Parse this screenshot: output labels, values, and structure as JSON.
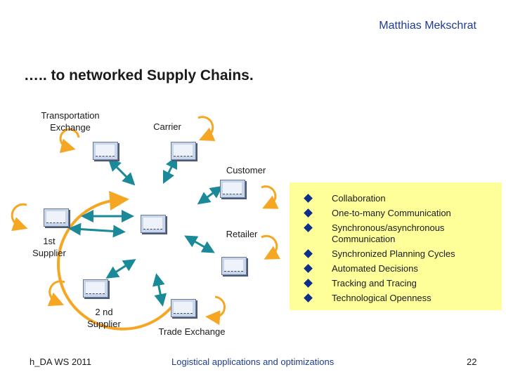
{
  "header": {
    "author": "Matthias Mekschrat"
  },
  "slide": {
    "title": "….. to networked Supply Chains."
  },
  "nodes": {
    "transport_exchange": "Transportation Exchange",
    "carrier": "Carrier",
    "customer": "Customer",
    "retailer": "Retailer",
    "first_supplier": "1st Supplier",
    "second_supplier": "2 nd Supplier",
    "trade_exchange": "Trade Exchange"
  },
  "bullets": [
    "Collaboration",
    "One-to-many Communication",
    "Synchronous/asynchronous Communication",
    "Synchronized Planning Cycles",
    "Automated Decisions",
    "Tracking and Tracing",
    "Technological Openness"
  ],
  "footer": {
    "left": "h_DA  WS 2011",
    "center": "Logistical applications and optimizations",
    "page": "22"
  },
  "colors": {
    "accent_orange": "#f5a623",
    "arrow_teal": "#1a8a99",
    "title_blue": "#1f3a93",
    "note_yellow": "#ffff99"
  },
  "icons": [
    "computer-monitor-icon",
    "cycle-arrow-icon",
    "bullet-diamond-icon"
  ]
}
